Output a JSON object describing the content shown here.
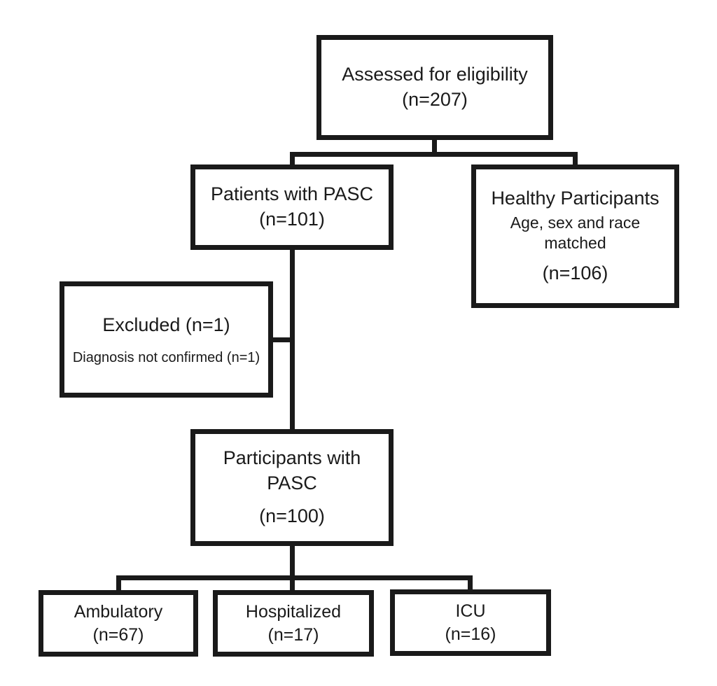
{
  "flowchart": {
    "assessed": {
      "title": "Assessed for eligibility",
      "count": "(n=207)"
    },
    "patients_pasc": {
      "title": "Patients with PASC",
      "count": "(n=101)"
    },
    "healthy": {
      "title": "Healthy Participants",
      "subtitle": "Age, sex and race matched",
      "count": "(n=106)"
    },
    "excluded": {
      "title": "Excluded (n=1)",
      "subtitle": "Diagnosis not confirmed (n=1)"
    },
    "participants_pasc": {
      "title": "Participants with PASC",
      "count": "(n=100)"
    },
    "ambulatory": {
      "title": "Ambulatory",
      "count": "(n=67)"
    },
    "hospitalized": {
      "title": "Hospitalized",
      "count": "(n=17)"
    },
    "icu": {
      "title": "ICU",
      "count": "(n=16)"
    }
  },
  "colors": {
    "line": "#1a1a1a",
    "text": "#1a1a1a",
    "background": "#ffffff",
    "box_fill": "#ffffff"
  }
}
